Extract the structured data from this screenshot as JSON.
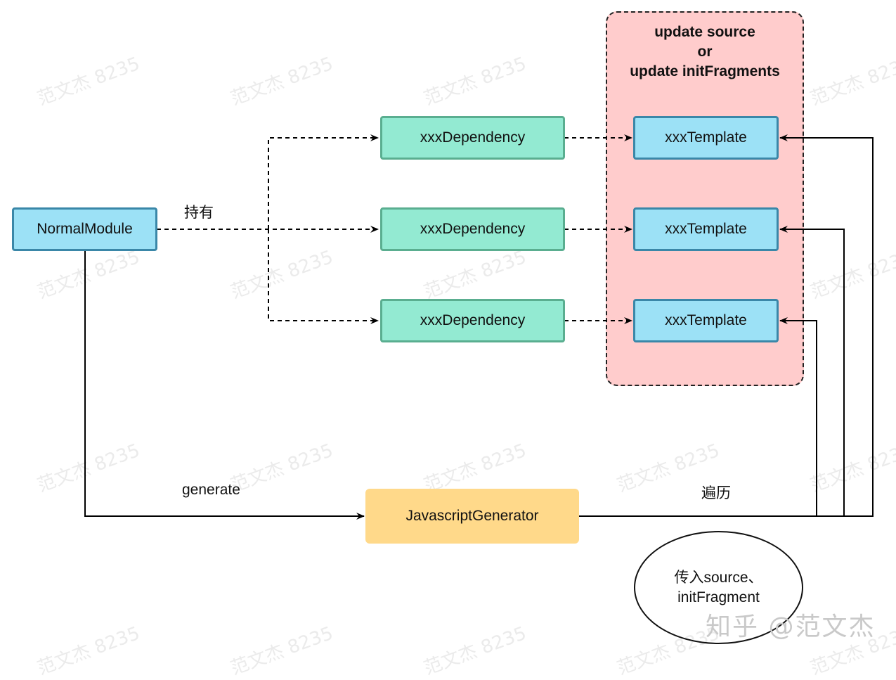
{
  "watermark": {
    "text": "范文杰 8235",
    "brand": "知乎 @范文杰"
  },
  "nodes": {
    "normal_module": "NormalModule",
    "dependencies": [
      "xxxDependency",
      "xxxDependency",
      "xxxDependency"
    ],
    "templates": [
      "xxxTemplate",
      "xxxTemplate",
      "xxxTemplate"
    ],
    "generator": "JavascriptGenerator"
  },
  "group": {
    "title_lines": [
      "update source",
      "or",
      "update initFragments"
    ]
  },
  "edge_labels": {
    "holds": "持有",
    "generate": "generate",
    "traverse": "遍历"
  },
  "note": {
    "lines": [
      "传入source、",
      "initFragment"
    ]
  },
  "colors": {
    "module_fill": "#9ce1f6",
    "module_stroke": "#3a87a8",
    "dependency_fill": "#93ead2",
    "dependency_stroke": "#5aae90",
    "generator_fill": "#ffd98a",
    "group_fill": "#ffcccc"
  }
}
